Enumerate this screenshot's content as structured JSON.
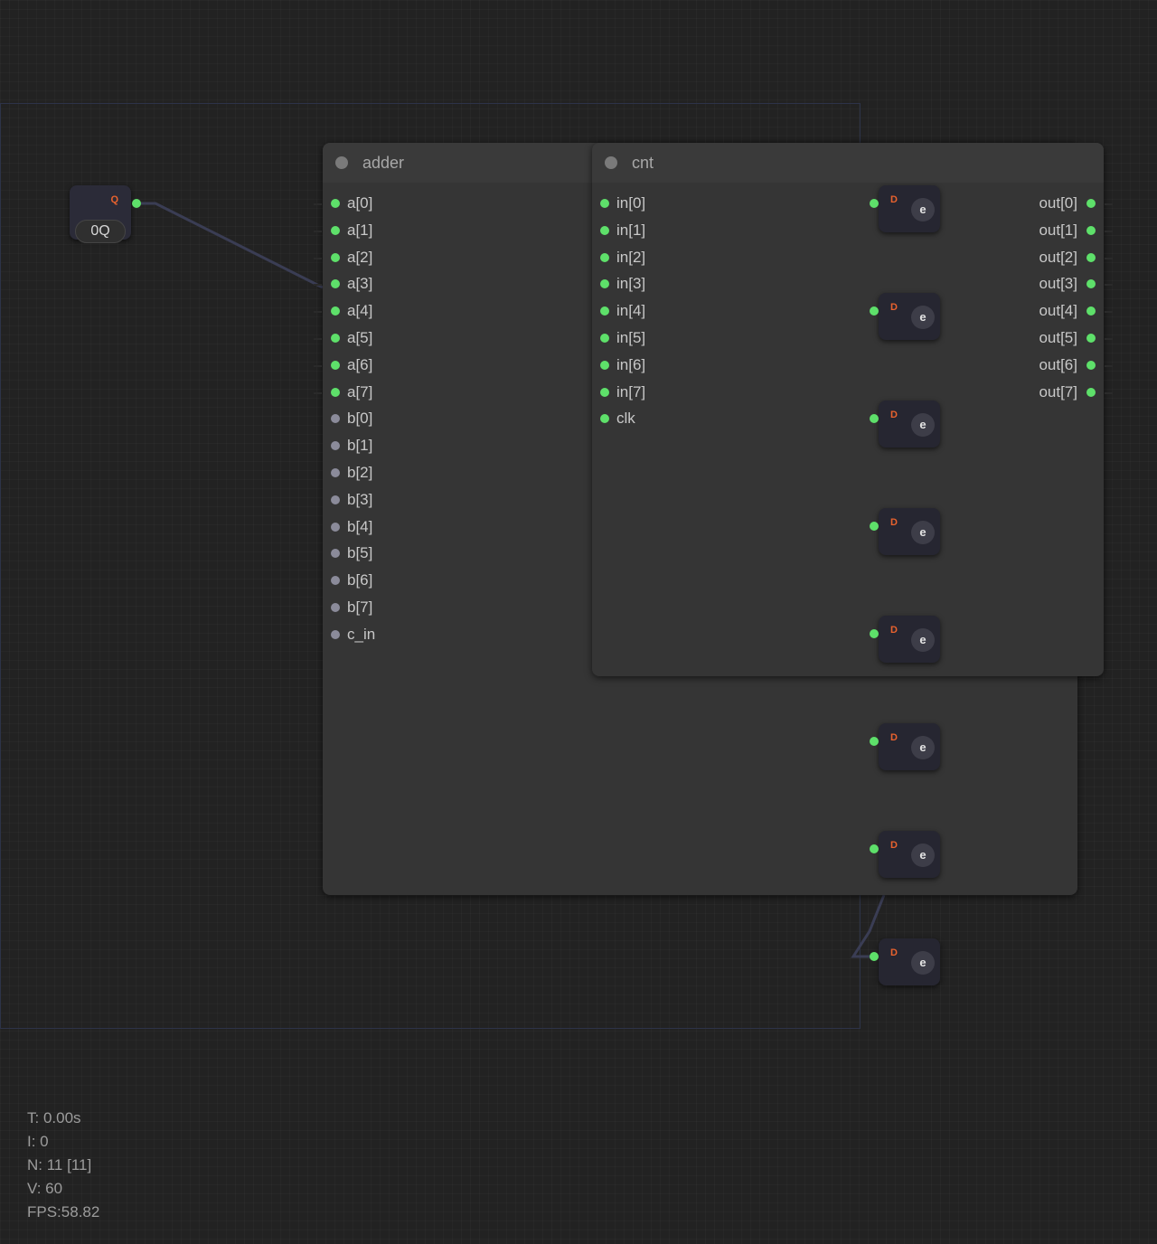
{
  "q_node": {
    "label": "Q",
    "value": "0Q"
  },
  "adder": {
    "title": "adder",
    "inputs": [
      {
        "label": "a[0]",
        "active": true
      },
      {
        "label": "a[1]",
        "active": true
      },
      {
        "label": "a[2]",
        "active": true
      },
      {
        "label": "a[3]",
        "active": true
      },
      {
        "label": "a[4]",
        "active": true
      },
      {
        "label": "a[5]",
        "active": true
      },
      {
        "label": "a[6]",
        "active": true
      },
      {
        "label": "a[7]",
        "active": true
      },
      {
        "label": "b[0]",
        "active": false
      },
      {
        "label": "b[1]",
        "active": false
      },
      {
        "label": "b[2]",
        "active": false
      },
      {
        "label": "b[3]",
        "active": false
      },
      {
        "label": "b[4]",
        "active": false
      },
      {
        "label": "b[5]",
        "active": false
      },
      {
        "label": "b[6]",
        "active": false
      },
      {
        "label": "b[7]",
        "active": false
      },
      {
        "label": "c_in",
        "active": false
      }
    ]
  },
  "cnt": {
    "title": "cnt",
    "inputs": [
      "in[0]",
      "in[1]",
      "in[2]",
      "in[3]",
      "in[4]",
      "in[5]",
      "in[6]",
      "in[7]",
      "clk"
    ],
    "outputs": [
      "out[0]",
      "out[1]",
      "out[2]",
      "out[3]",
      "out[4]",
      "out[5]",
      "out[6]",
      "out[7]"
    ]
  },
  "flipflops": [
    {
      "label": "D",
      "button": "e"
    },
    {
      "label": "D",
      "button": "e"
    },
    {
      "label": "D",
      "button": "e"
    },
    {
      "label": "D",
      "button": "e"
    },
    {
      "label": "D",
      "button": "e"
    },
    {
      "label": "D",
      "button": "e"
    },
    {
      "label": "D",
      "button": "e"
    },
    {
      "label": "D",
      "button": "e"
    }
  ],
  "stats": {
    "t": "T: 0.00s",
    "i": "I: 0",
    "n": "N: 11 [11]",
    "v": "V: 60",
    "fps": "FPS:58.82"
  }
}
